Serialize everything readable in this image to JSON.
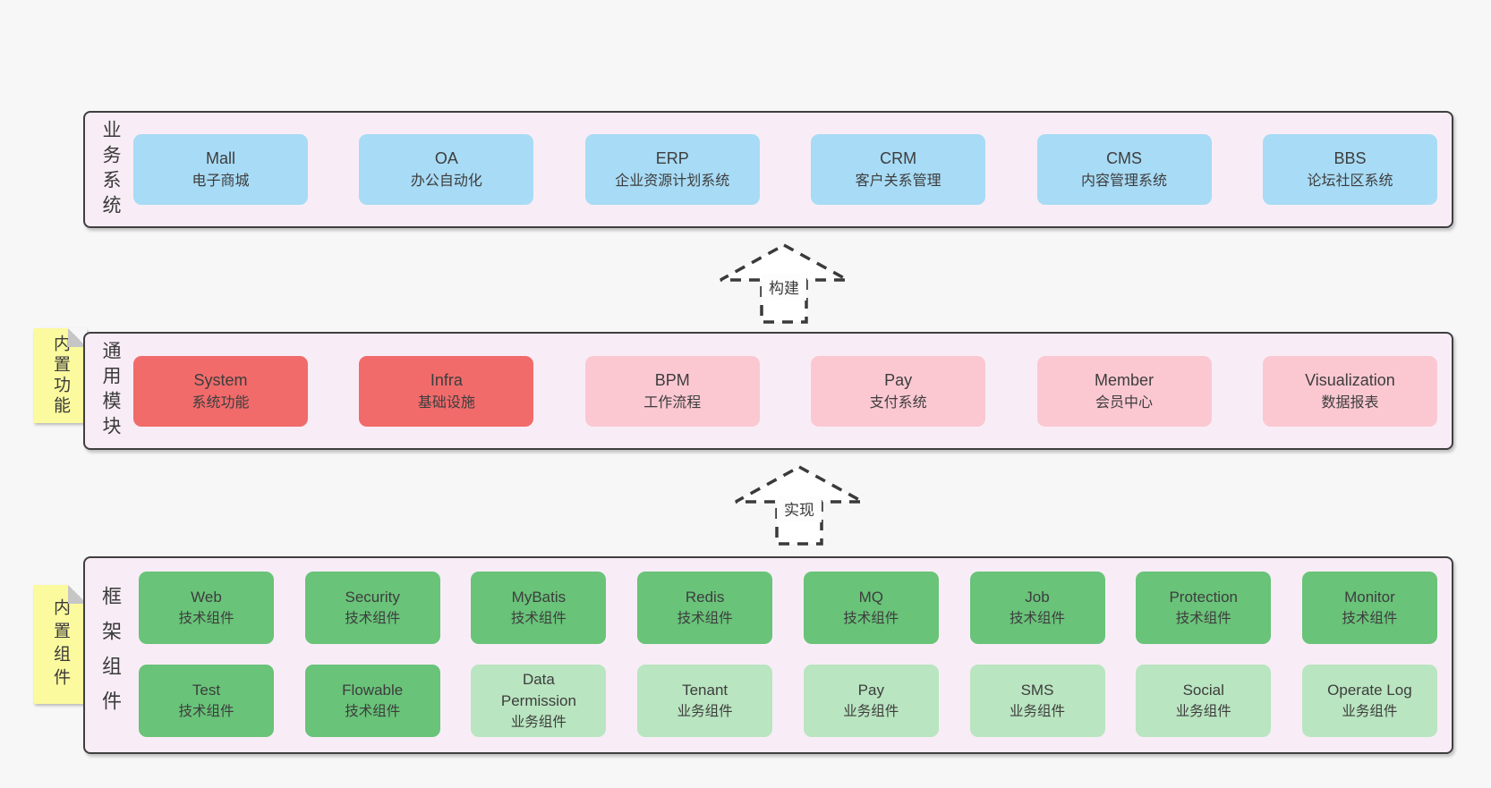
{
  "diagram": {
    "arrows": [
      {
        "label": "构建"
      },
      {
        "label": "实现"
      }
    ],
    "bands": [
      {
        "label": "业务系统",
        "boxes": [
          {
            "name": "Mall",
            "desc": "电子商城"
          },
          {
            "name": "OA",
            "desc": "办公自动化"
          },
          {
            "name": "ERP",
            "desc": "企业资源计划系统"
          },
          {
            "name": "CRM",
            "desc": "客户关系管理"
          },
          {
            "name": "CMS",
            "desc": "内容管理系统"
          },
          {
            "name": "BBS",
            "desc": "论坛社区系统"
          }
        ]
      },
      {
        "label": "通用模块",
        "sticky": "内置功能",
        "boxes": [
          {
            "name": "System",
            "desc": "系统功能"
          },
          {
            "name": "Infra",
            "desc": "基础设施"
          },
          {
            "name": "BPM",
            "desc": "工作流程"
          },
          {
            "name": "Pay",
            "desc": "支付系统"
          },
          {
            "name": "Member",
            "desc": "会员中心"
          },
          {
            "name": "Visualization",
            "desc": "数据报表"
          }
        ]
      },
      {
        "label": "框架组件",
        "sticky": "内置组件",
        "rows": [
          [
            {
              "name": "Web",
              "desc": "技术组件"
            },
            {
              "name": "Security",
              "desc": "技术组件"
            },
            {
              "name": "MyBatis",
              "desc": "技术组件"
            },
            {
              "name": "Redis",
              "desc": "技术组件"
            },
            {
              "name": "MQ",
              "desc": "技术组件"
            },
            {
              "name": "Job",
              "desc": "技术组件"
            },
            {
              "name": "Protection",
              "desc": "技术组件"
            },
            {
              "name": "Monitor",
              "desc": "技术组件"
            }
          ],
          [
            {
              "name": "Test",
              "desc": "技术组件"
            },
            {
              "name": "Flowable",
              "desc": "技术组件"
            },
            {
              "name": "Data Permission",
              "desc": "业务组件"
            },
            {
              "name": "Tenant",
              "desc": "业务组件"
            },
            {
              "name": "Pay",
              "desc": "业务组件"
            },
            {
              "name": "SMS",
              "desc": "业务组件"
            },
            {
              "name": "Social",
              "desc": "业务组件"
            },
            {
              "name": "Operate Log",
              "desc": "业务组件"
            }
          ]
        ]
      }
    ],
    "colors": {
      "page_bg": "#f7f7f7",
      "band_bg": "#f8edf6",
      "band_border": "#3f3f3f",
      "blue": "#a8dbf5",
      "red": "#f16b6b",
      "pink": "#fbc8d2",
      "green_dark": "#69c379",
      "green_light": "#b9e5c0",
      "sticky_yellow": "#fbfa9e",
      "text": "#3d3d3d"
    }
  }
}
